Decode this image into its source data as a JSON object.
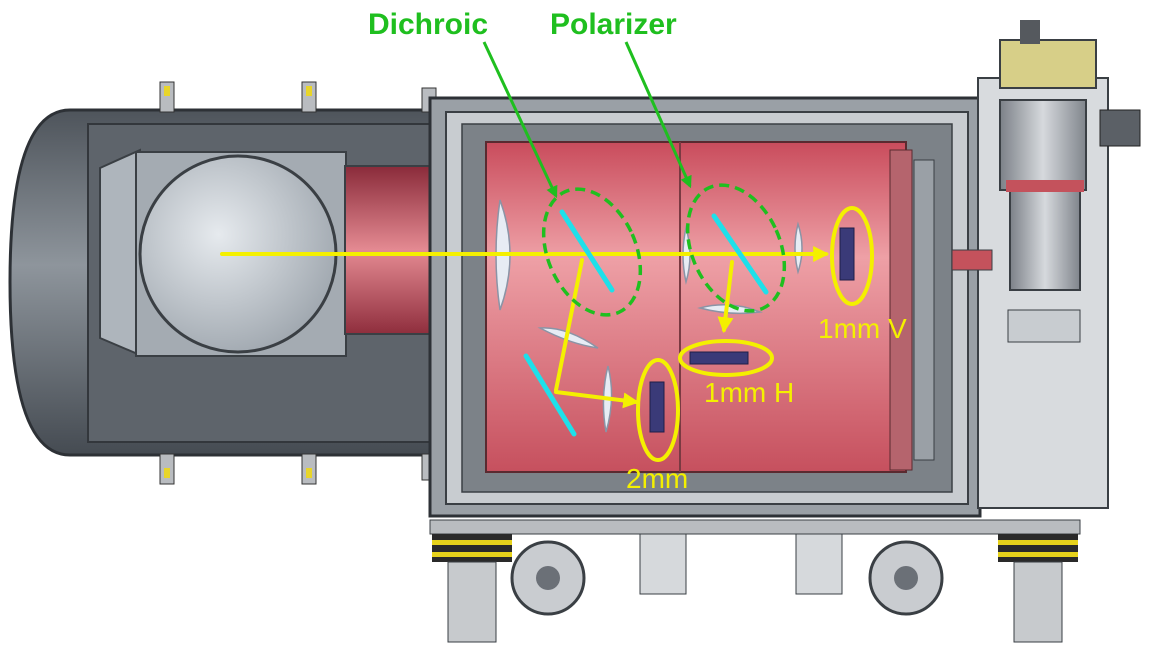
{
  "labels": {
    "dichroic": "Dichroic",
    "polarizer": "Polarizer",
    "det_1mm_v": "1mm V",
    "det_1mm_h": "1mm H",
    "det_2mm": "2mm"
  },
  "colors": {
    "label_green": "#1fbf1f",
    "beam_yellow": "#f4f000",
    "optic_cyan": "#1ee0ea",
    "cryostat_gray": "#6d747c",
    "cold_stage_pink": "#d9707a"
  }
}
